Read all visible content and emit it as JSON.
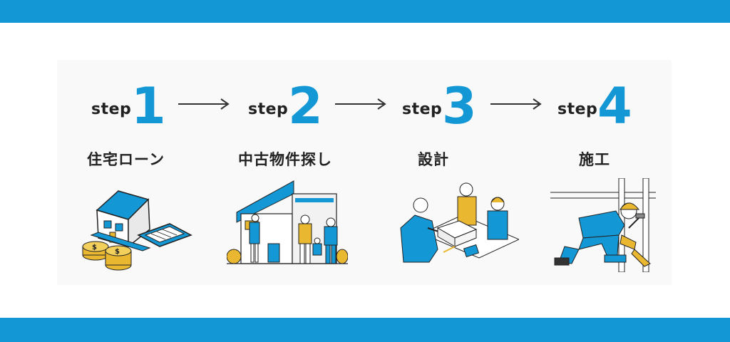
{
  "steps": [
    {
      "word": "step",
      "num": "1",
      "title": "住宅ローン",
      "illustration": "house-and-loan-icon"
    },
    {
      "word": "step",
      "num": "2",
      "title": "中古物件探し",
      "illustration": "property-search-icon"
    },
    {
      "word": "step",
      "num": "3",
      "title": "設計",
      "illustration": "design-meeting-icon"
    },
    {
      "word": "step",
      "num": "4",
      "title": "施工",
      "illustration": "construction-worker-icon"
    }
  ],
  "colors": {
    "accent": "#1497d5",
    "highlight": "#e9b830",
    "text": "#222222"
  }
}
